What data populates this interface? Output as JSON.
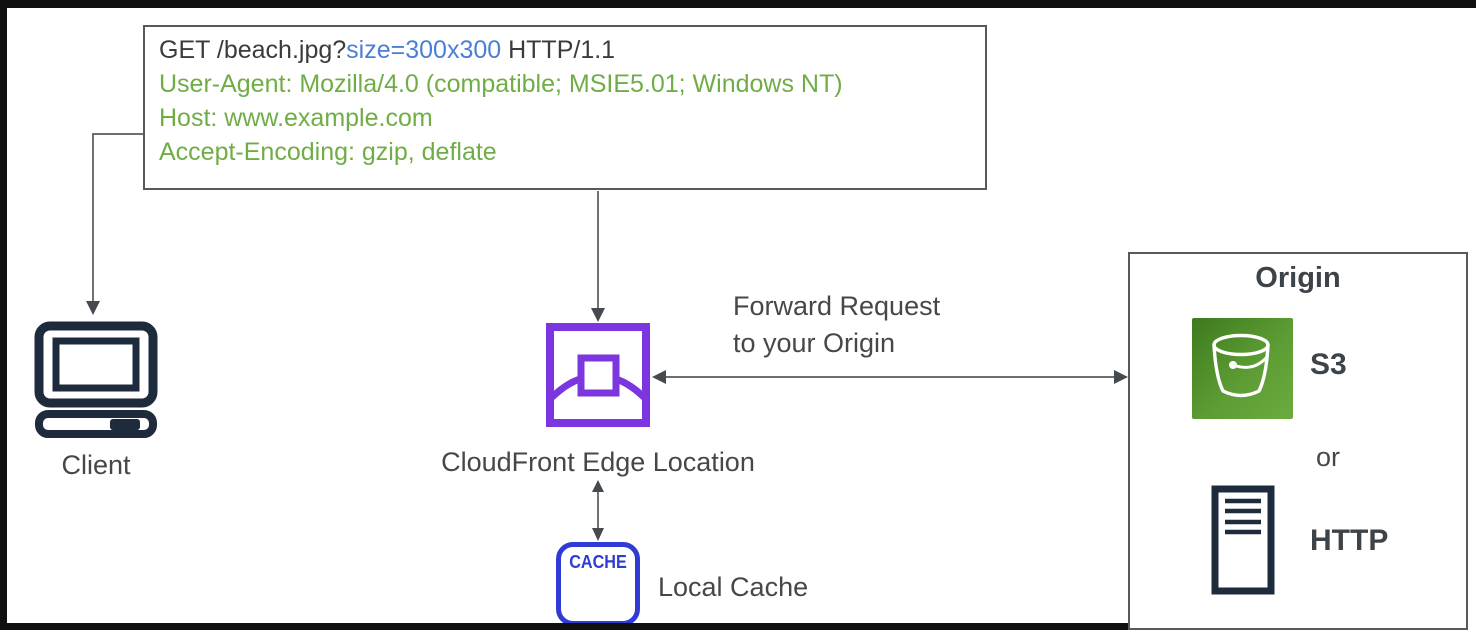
{
  "request": {
    "method_path": "GET /beach.jpg?",
    "query_highlight": "size=300x300",
    "http_version": " HTTP/1.1",
    "user_agent": "User-Agent: Mozilla/4.0 (compatible; MSIE5.01; Windows NT)",
    "host": "Host: www.example.com",
    "accept_encoding": "Accept-Encoding: gzip, deflate"
  },
  "client": {
    "label": "Client",
    "icon": "desktop-computer-icon"
  },
  "cloudfront": {
    "label": "CloudFront Edge Location",
    "icon": "cloudfront-edge-icon"
  },
  "forward": {
    "line1": "Forward Request",
    "line2": "to your Origin"
  },
  "cache": {
    "box_text": "CACHE",
    "label": "Local Cache",
    "icon": "cache-box-icon"
  },
  "origin": {
    "title": "Origin",
    "s3_label": "S3",
    "or_label": "or",
    "http_label": "HTTP",
    "s3_icon": "s3-bucket-icon",
    "http_icon": "server-icon"
  },
  "colors": {
    "query_blue": "#4a7fd6",
    "request_header_green": "#70AD47",
    "cloudfront_purple": "#7B36E0",
    "cache_blue": "#2F3BD4",
    "s3_green_dark": "#3e7a1e",
    "s3_green_light": "#6cab40",
    "icon_navy": "#1E2B3C",
    "connector_gray": "#595959",
    "text_gray": "#474747"
  }
}
